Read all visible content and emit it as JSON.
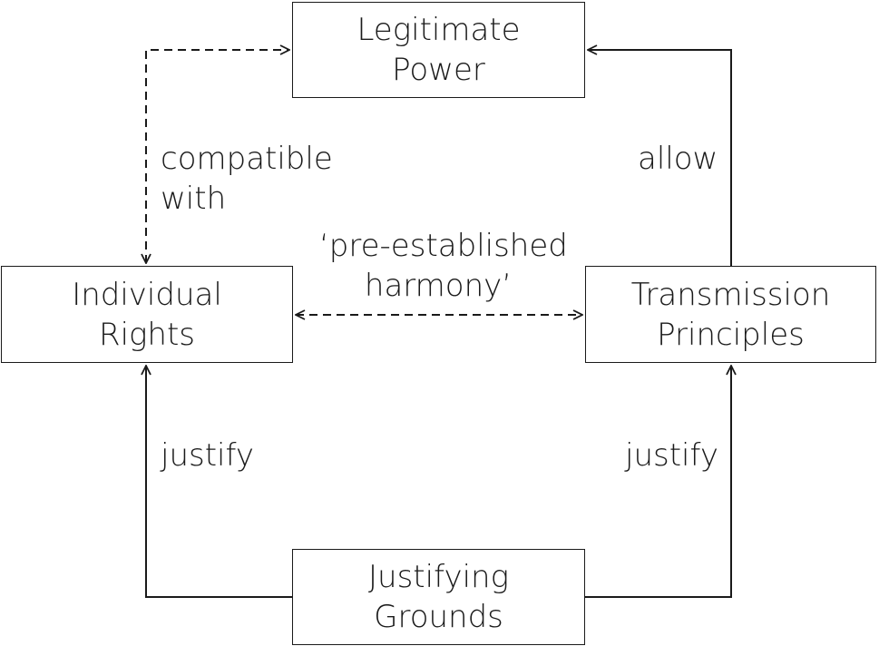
{
  "nodes": {
    "legitimate_power": {
      "line1": "Legitimate",
      "line2": "Power"
    },
    "individual_rights": {
      "line1": "Individual",
      "line2": "Rights"
    },
    "transmission_principles": {
      "line1": "Transmission",
      "line2": "Principles"
    },
    "justifying_grounds": {
      "line1": "Justifying",
      "line2": "Grounds"
    }
  },
  "edges": {
    "compatible": {
      "line1": "compatible",
      "line2": "with",
      "style": "dashed",
      "direction": "both"
    },
    "allow": {
      "text": "allow",
      "style": "solid",
      "direction": "to-legitimate-power"
    },
    "harmony": {
      "line1": "‘pre-established",
      "line2": "harmony’",
      "style": "dashed",
      "direction": "both"
    },
    "justify_left": {
      "text": "justify",
      "style": "solid",
      "direction": "to-individual-rights"
    },
    "justify_right": {
      "text": "justify",
      "style": "solid",
      "direction": "to-transmission-principles"
    }
  },
  "colors": {
    "stroke": "#1a1a1a",
    "background": "#ffffff"
  }
}
